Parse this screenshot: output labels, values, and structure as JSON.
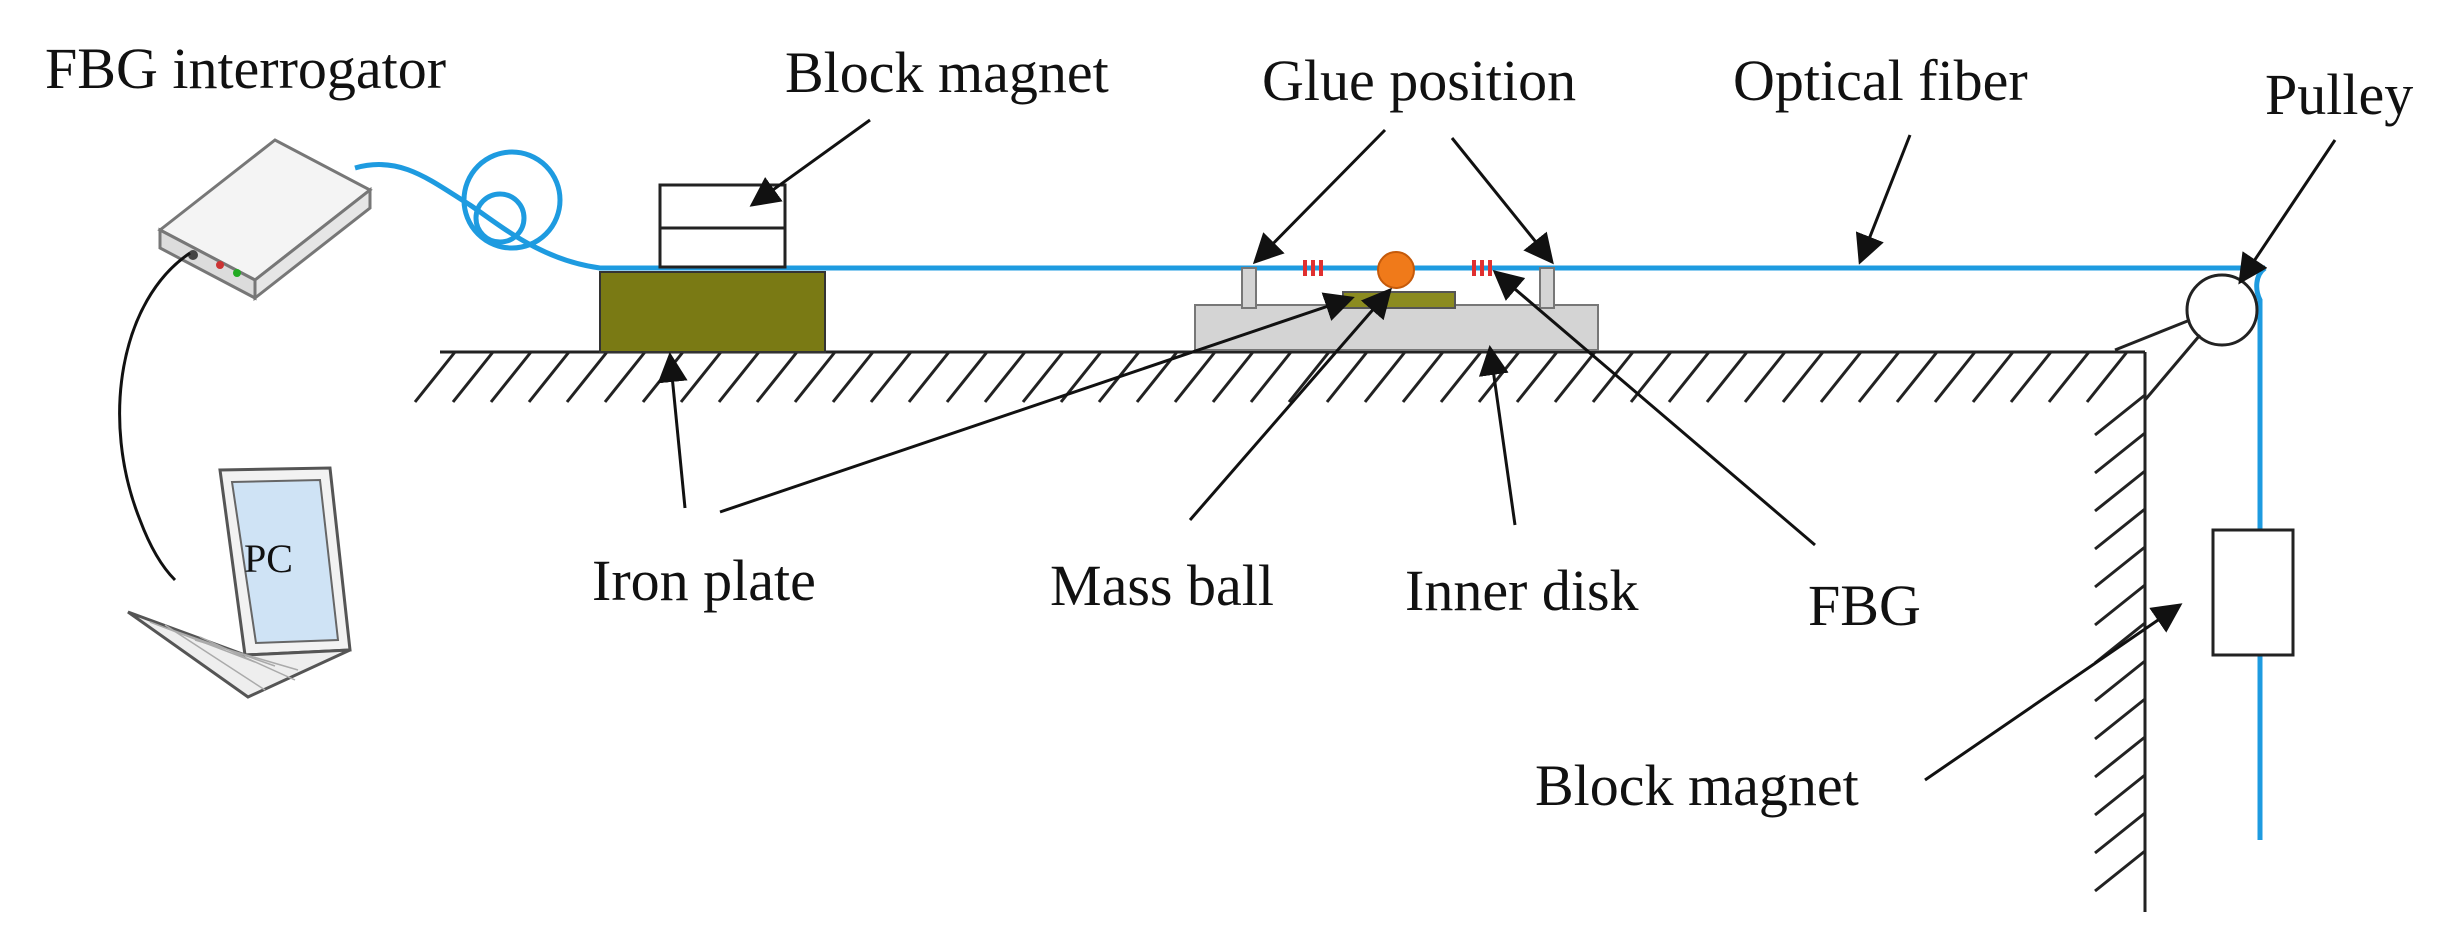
{
  "labels": {
    "fbg_interrogator": "FBG interrogator",
    "block_magnet_top": "Block magnet",
    "glue_position": "Glue position",
    "optical_fiber": "Optical fiber",
    "pulley": "Pulley",
    "iron_plate": "Iron plate",
    "mass_ball": "Mass ball",
    "inner_disk": "Inner disk",
    "fbg": "FBG",
    "block_magnet_bottom": "Block magnet",
    "pc": "PC"
  },
  "colors": {
    "fiber": "#1e9be0",
    "iron_plate": "#7a7a14",
    "mass_ball": "#f07a1a",
    "disk": "#d4d4d4",
    "grating": "#e03030",
    "pc_screen": "#cfe3f5"
  }
}
